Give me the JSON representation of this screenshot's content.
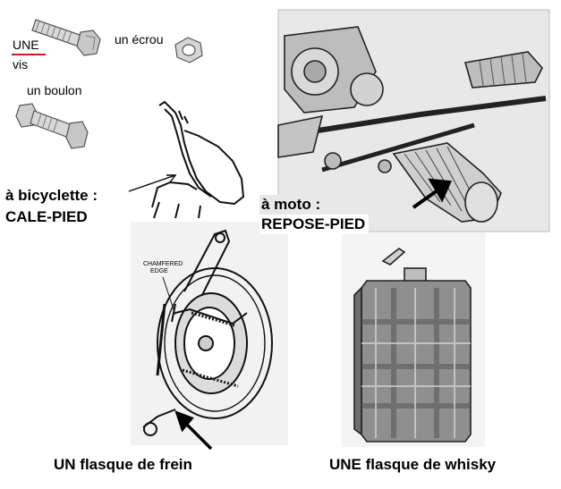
{
  "labels": {
    "une": "UNE",
    "vis": "vis",
    "ecrou": "un écrou",
    "boulon": "un boulon",
    "bicyclette_line1": "à bicyclette :",
    "bicyclette_line2": "CALE-PIED",
    "moto_line1": "à moto :",
    "moto_line2": "REPOSE-PIED",
    "chamfered_line1": "CHAMFERED",
    "chamfered_line2": "EDGE",
    "frein": "UN flasque de frein",
    "whisky": "UNE flasque de whisky"
  },
  "colors": {
    "underline": "#d01818",
    "ink": "#000000",
    "photo_bg": "#e6e6e6"
  }
}
